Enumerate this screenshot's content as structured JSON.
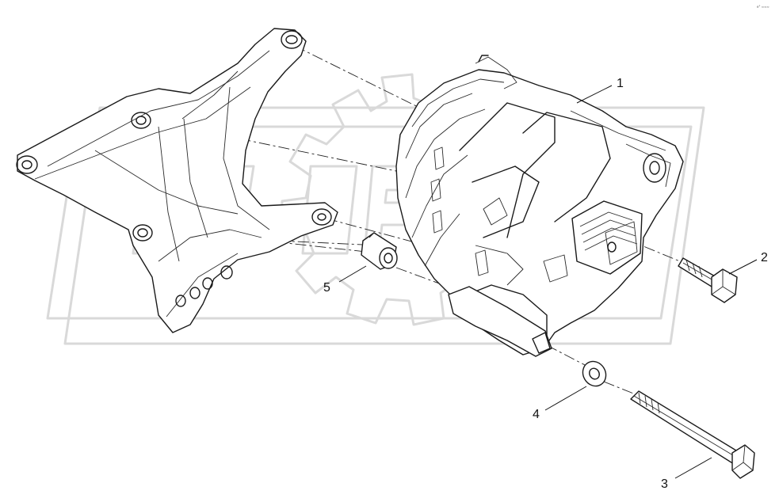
{
  "corner_text": "e° ≈≈≈",
  "callouts": [
    {
      "id": "1",
      "label": "1"
    },
    {
      "id": "2",
      "label": "2"
    },
    {
      "id": "3",
      "label": "3"
    },
    {
      "id": "4",
      "label": "4"
    },
    {
      "id": "5",
      "label": "5"
    }
  ],
  "parts": {
    "bracket": "mounting-bracket",
    "alternator": "alternator",
    "bolt_short": "short-bolt",
    "bolt_long": "long-bolt",
    "washer": "washer",
    "spacer": "spacer-bushing"
  },
  "watermark": "gear-logo-watermark"
}
